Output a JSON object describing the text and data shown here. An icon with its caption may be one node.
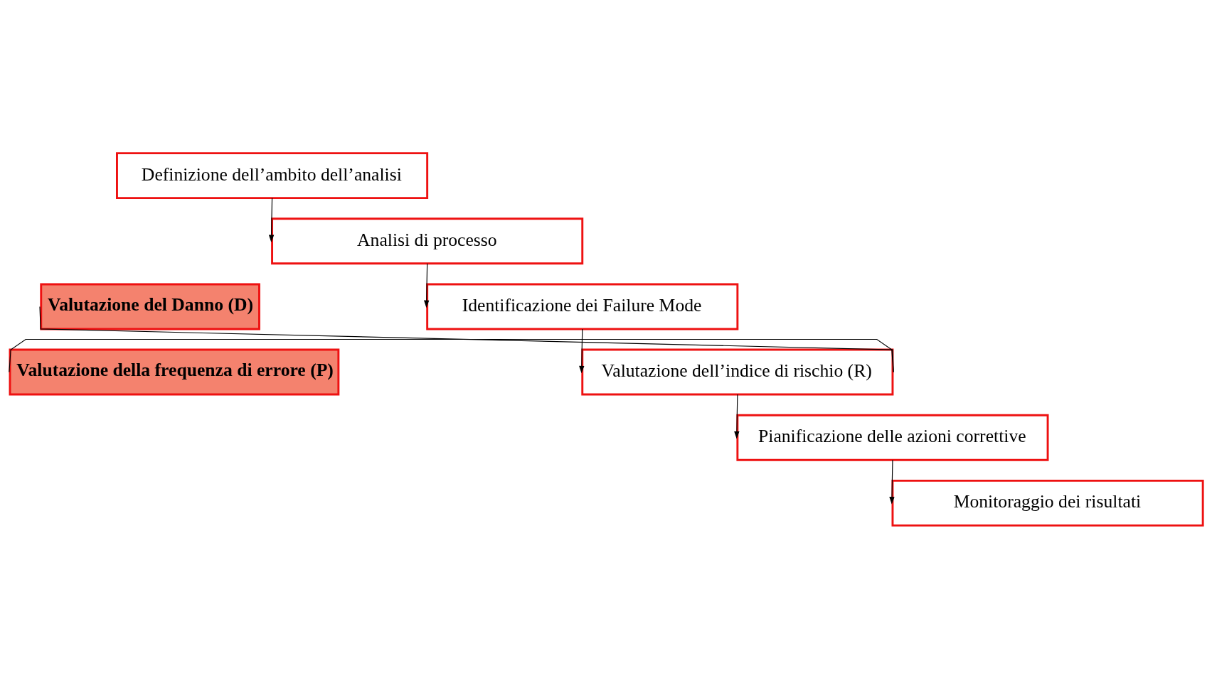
{
  "diagram": {
    "nodes": [
      {
        "text": [
          "Definizione dell’ambito dell’analisi"
        ]
      },
      {
        "text": [
          "Analisi di processo"
        ]
      },
      {
        "text": [
          "Identificazione dei Failure Mode"
        ]
      },
      {
        "text": [
          "Valutazione dell’indice di rischio (R)"
        ]
      },
      {
        "text": [
          "Pianificazione delle azioni correttive"
        ]
      },
      {
        "text": [
          "Monitoraggio dei risultati"
        ]
      },
      {
        "text": [
          "Valutazione del Danno (D)"
        ]
      },
      {
        "text": [
          "Valutazione della frequenza di errore (P)"
        ]
      }
    ],
    "edges": [
      {
        "from": 0,
        "to": 1,
        "arrow": "to"
      },
      {
        "from": 1,
        "to": 2,
        "arrow": "to"
      },
      {
        "from": 2,
        "to": 3,
        "arrow": "to"
      },
      {
        "from": 3,
        "to": 4,
        "arrow": "to"
      },
      {
        "from": 4,
        "to": 5,
        "arrow": "to"
      },
      {
        "from": 3,
        "to": 6,
        "arrow": "none"
      },
      {
        "from": 3,
        "to": 7,
        "arrow": "none"
      }
    ]
  }
}
